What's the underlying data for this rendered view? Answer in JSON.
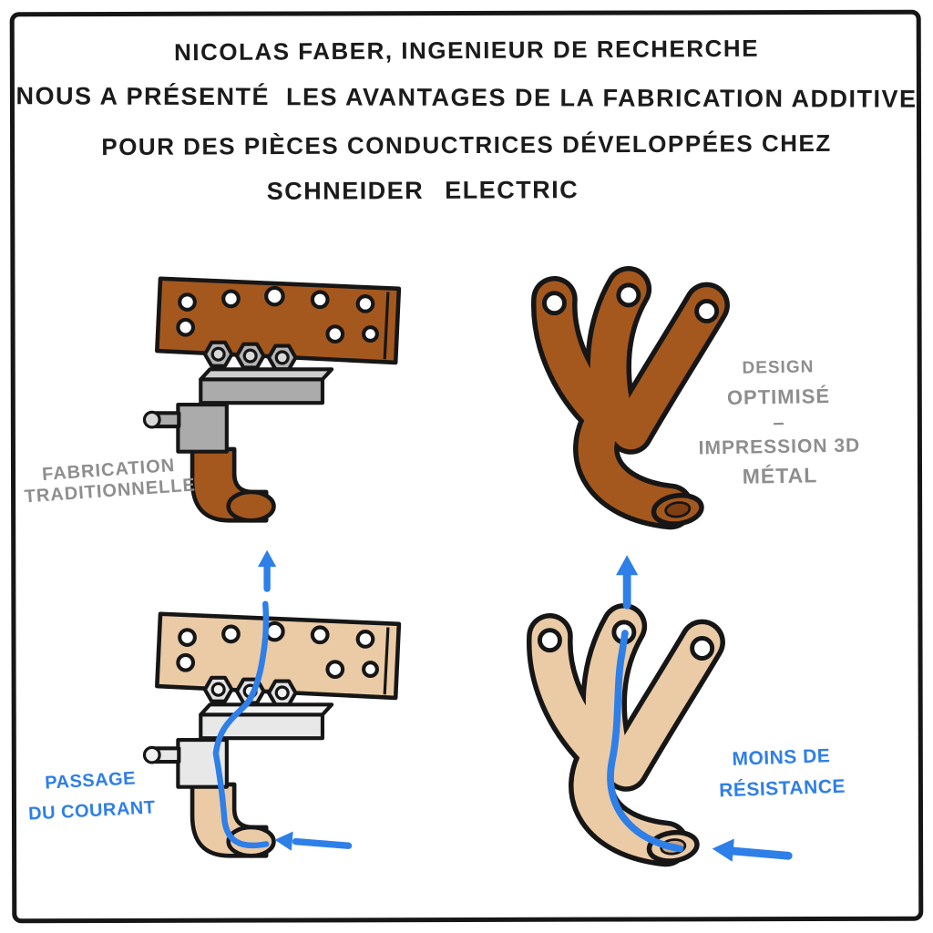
{
  "title": {
    "line1": "NICOLAS FABER, INGENIEUR DE RECHERCHE",
    "line2": "NOUS A PRÉSENTÉ  LES AVANTAGES DE LA FABRICATION ADDITIVE",
    "line3": "POUR DES PIÈCES CONDUCTRICES DÉVELOPPÉES CHEZ",
    "line4": "SCHNEIDER ELECTRIC"
  },
  "labels": {
    "traditional": {
      "line1": "FABRICATION",
      "line2": "TRADITIONNELLE"
    },
    "optimized": {
      "line1": "DESIGN",
      "line2": "OPTIMISÉ",
      "line3": "–",
      "line4": "IMPRESSION 3D",
      "line5": "MÉTAL"
    },
    "current_flow": {
      "line1": "PASSAGE",
      "line2": "DU COURANT"
    },
    "less_resistance": {
      "line1": "MOINS DE",
      "line2": "RÉSISTANCE"
    }
  },
  "colors": {
    "copper": "#A5581E",
    "copper_light": "#EBCBA6",
    "label_gray": "#8E8E8E",
    "accent_blue": "#2E7FE8",
    "ink": "#161616",
    "background": "#FFFFFF"
  }
}
